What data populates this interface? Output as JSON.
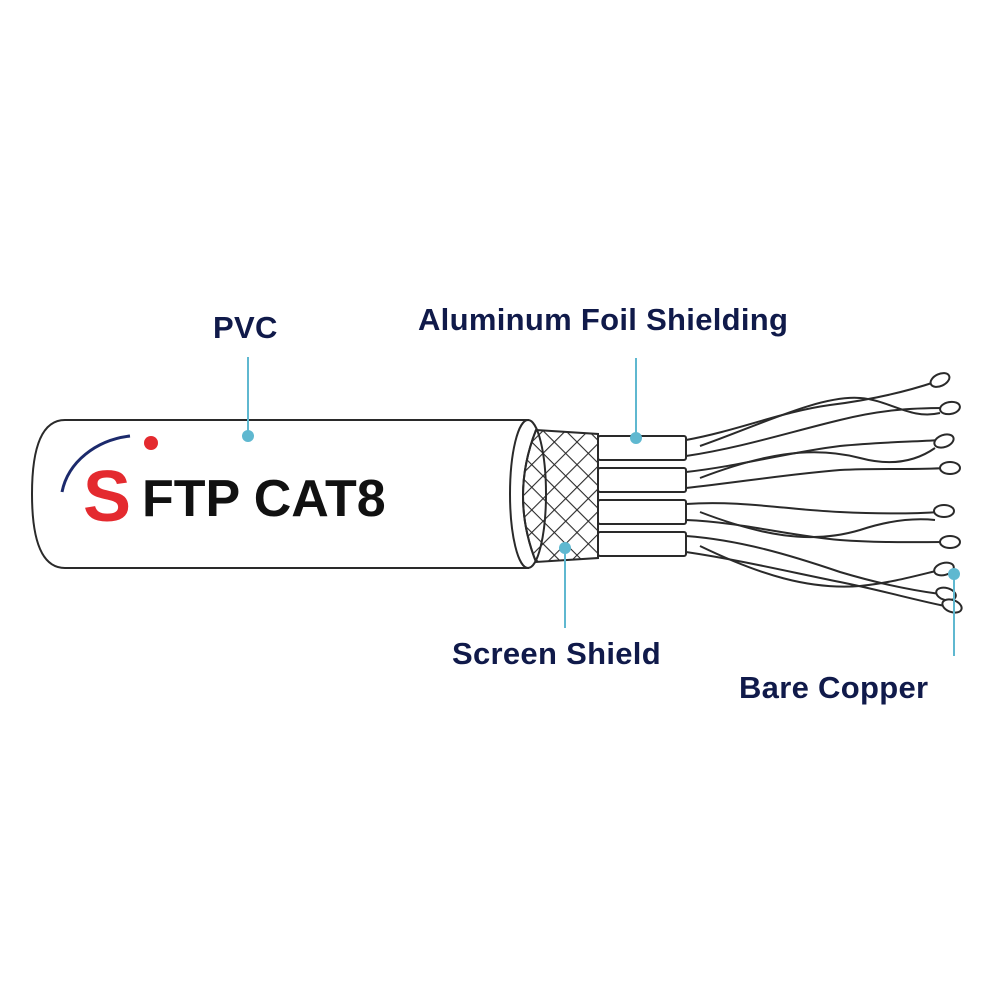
{
  "labels": {
    "pvc": "PVC",
    "foil": "Aluminum Foil Shielding",
    "screen": "Screen Shield",
    "copper": "Bare Copper"
  },
  "logo": {
    "initial": "S",
    "rest": "FTP CAT8"
  },
  "colors": {
    "label_text": "#101a4a",
    "callout_line": "#5fb8d0",
    "logo_red": "#e42a2f",
    "logo_navy": "#1c2a6c",
    "logo_text": "#111111",
    "outline": "#2a2a2a"
  }
}
